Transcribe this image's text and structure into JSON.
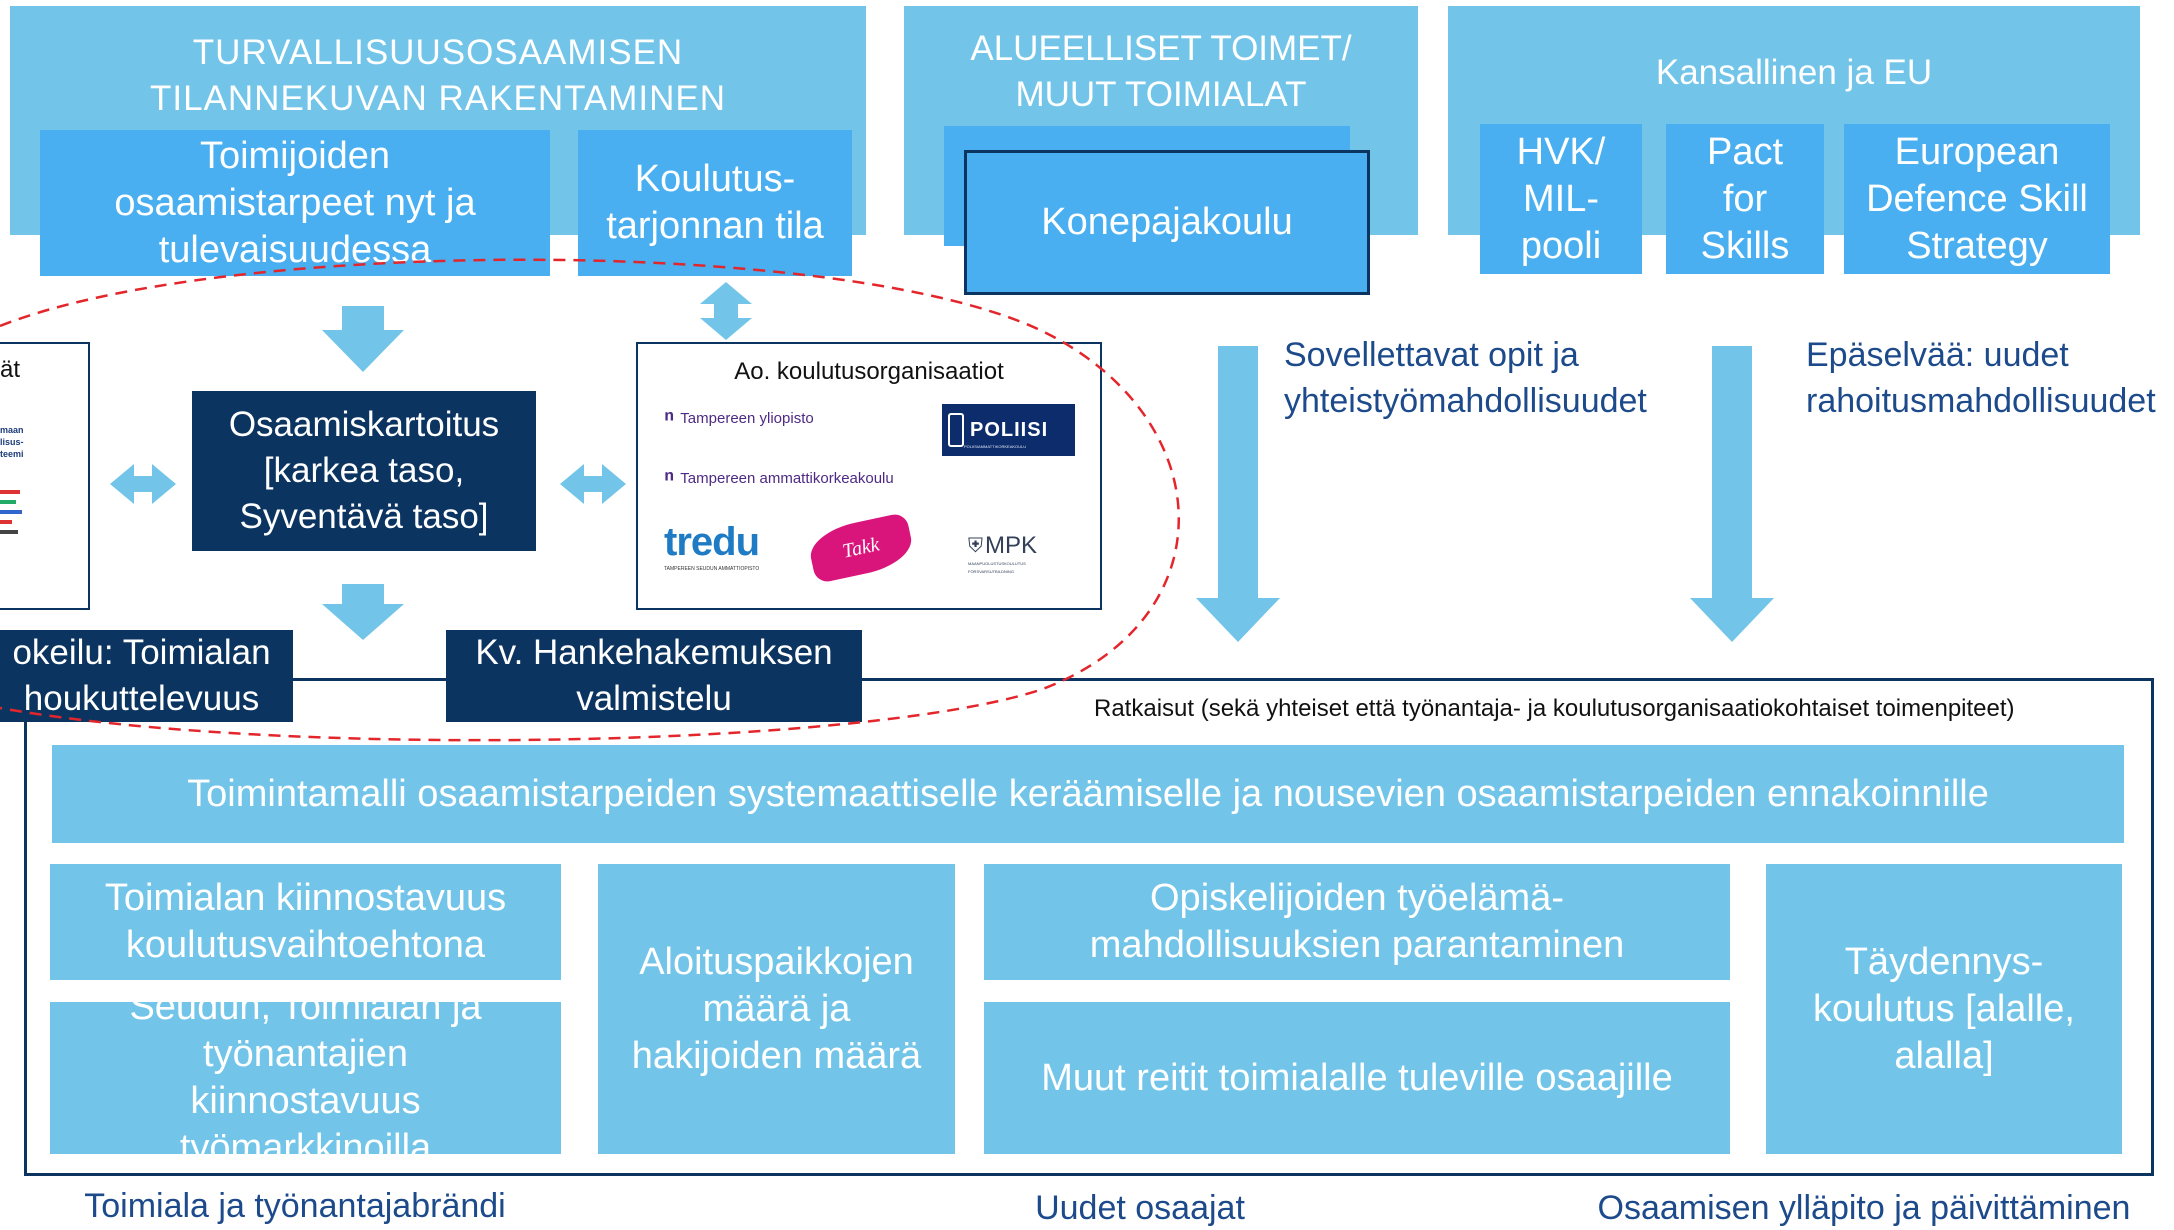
{
  "top": {
    "panel1": {
      "title": "TURVALLISUUSOSAAMISEN TILANNEKUVAN RAKENTAMINEN",
      "box_needs": "Toimijoiden osaamistarpeet nyt ja tulevaisuudessa",
      "box_training": "Koulutus-tarjonnan tila"
    },
    "panel2": {
      "title": "ALUEELLISET TOIMET/ MUUT TOIMIALAT",
      "box": "Konepajakoulu"
    },
    "panel3": {
      "title": "Kansallinen ja EU",
      "boxes": [
        "HVK/ MIL-pooli",
        "Pact for Skills",
        "European Defence Skill Strategy"
      ]
    }
  },
  "middle": {
    "left_card_fragment": "ät",
    "left_card_logo_text": [
      "maan",
      "lisus-",
      "teemi"
    ],
    "mapping": "Osaamiskartoitus [karkea taso, Syventävä taso]",
    "orgs": {
      "title": "Ao. koulutusorganisaatiot",
      "tuni": "Tampereen yliopisto",
      "tamk": "Tampereen ammattikorkeakoulu",
      "poliisi": "POLIISI",
      "poliisi_sub": "POLIISIAMMATTIKORKEAKOULU",
      "tredu": "tredu",
      "tredu_sub": "TAMPEREEN SEUDUN AMMATTIOPISTO",
      "takk": "Takk",
      "mpk": "MPK",
      "mpk_sub": "MAANPUOLUSTUSKOULUTUS FÖRSVARSUTBILDNING"
    },
    "pilot": "okeilu: Toimialan houkuttelevuus",
    "intl": "Kv. Hankehakemuksen valmistelu",
    "lessons": "Sovellettavat opit ja yhteistyömahdollisuudet",
    "funding": "Epäselvää: uudet rahoitusmahdollisuudet"
  },
  "solutions": {
    "caption": "Ratkaisut (sekä yhteiset että työnantaja- ja koulutusorganisaatiokohtaiset toimenpiteet)",
    "model": "Toimintamalli osaamistarpeiden systemaattiselle keräämiselle ja nousevien osaamistarpeiden ennakoinnille",
    "attract": "Toimialan kiinnostavuus koulutusvaihtoehtona",
    "region": "Seudun, Toimialan ja työnantajien kiinnostavuus työmarkkinoilla",
    "places": "Aloituspaikkojen määrä ja hakijoiden määrä",
    "students": "Opiskelijoiden työelämä-mahdollisuuksien parantaminen",
    "routes": "Muut reitit toimialalle tuleville osaajille",
    "further": "Täydennys-koulutus [alalle, alalla]"
  },
  "footer": {
    "brand": "Toimiala ja työnantajabrändi",
    "new": "Uudet osaajat",
    "maintain": "Osaamisen ylläpito ja päivittäminen"
  },
  "colors": {
    "light_blue": "#72c5e8",
    "mid_blue": "#49aff0",
    "navy": "#0c3460",
    "dashed_red": "#e3262b",
    "arrow_blue": "#72c5e8",
    "text_blue": "#1d4a8a"
  }
}
